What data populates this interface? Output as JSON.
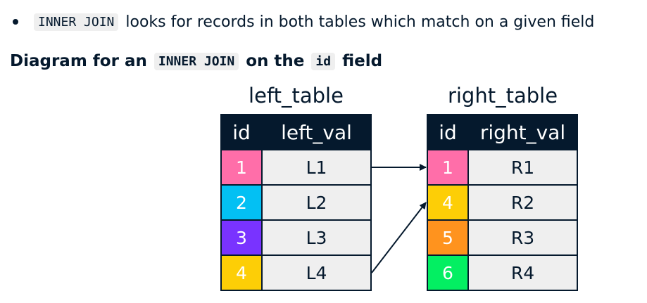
{
  "bullet": {
    "code": "INNER JOIN",
    "text": "looks for records in both tables which match on a given field"
  },
  "heading": {
    "part1": "Diagram for an",
    "code1": "INNER JOIN",
    "part2": "on the",
    "code2": "id",
    "part3": "field"
  },
  "left_table": {
    "title": "left_table",
    "headers": [
      "id",
      "left_val"
    ],
    "rows": [
      {
        "id": "1",
        "val": "L1",
        "color": "#ff6ea9"
      },
      {
        "id": "2",
        "val": "L2",
        "color": "#03c0f3"
      },
      {
        "id": "3",
        "val": "L3",
        "color": "#7933ff"
      },
      {
        "id": "4",
        "val": "L4",
        "color": "#fdce06"
      }
    ]
  },
  "right_table": {
    "title": "right_table",
    "headers": [
      "id",
      "right_val"
    ],
    "rows": [
      {
        "id": "1",
        "val": "R1",
        "color": "#ff6ea9"
      },
      {
        "id": "4",
        "val": "R2",
        "color": "#fdce06"
      },
      {
        "id": "5",
        "val": "R3",
        "color": "#ff931e"
      },
      {
        "id": "6",
        "val": "R4",
        "color": "#03ef62"
      }
    ]
  },
  "matches": [
    {
      "left_row": 1,
      "right_row": 1
    },
    {
      "left_row": 4,
      "right_row": 2
    }
  ],
  "colors": {
    "header_bg": "#05192d",
    "cell_bg": "#efefef",
    "code_bg": "#efefef",
    "text": "#05192d"
  }
}
